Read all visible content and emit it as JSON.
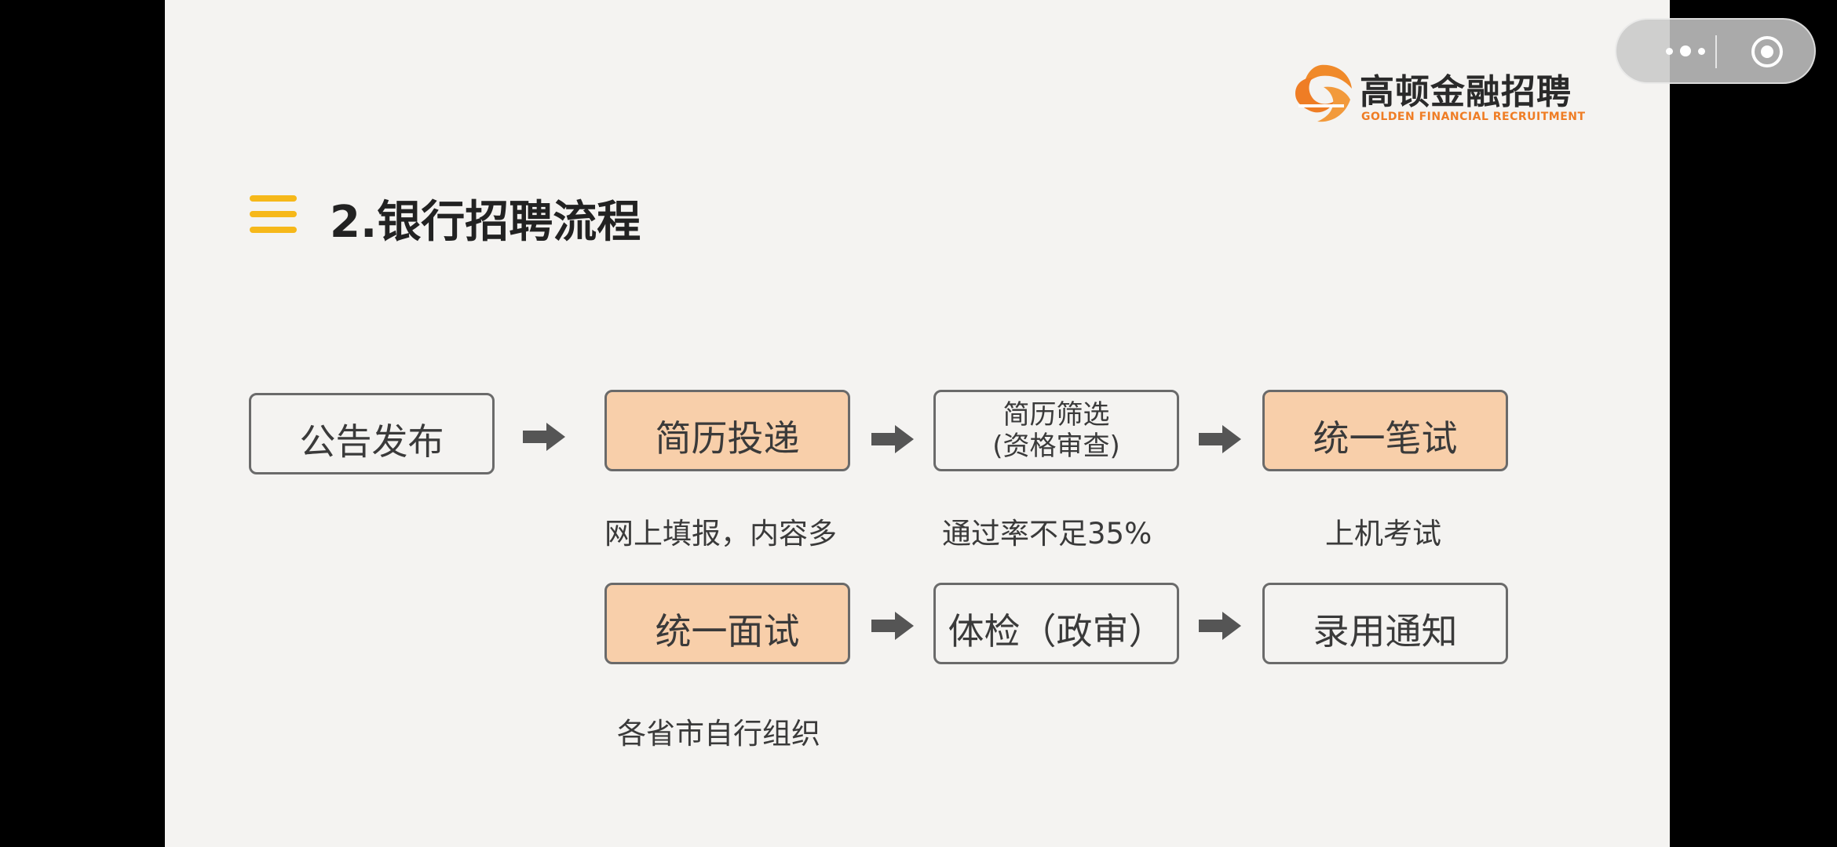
{
  "capsule": {
    "more_icon": "more-dots-icon",
    "close_icon": "target-close-icon"
  },
  "logo": {
    "cn": "高顿金融招聘",
    "en": "GOLDEN FINANCIAL RECRUITMENT",
    "mark_icon": "golden-logo-mark"
  },
  "heading": {
    "title": "2.银行招聘流程",
    "icon": "menu-icon"
  },
  "flow": {
    "row1": [
      {
        "label": "公告发布"
      },
      {
        "label": "简历投递",
        "note": "网上填报，内容多"
      },
      {
        "label_line1": "简历筛选",
        "label_line2": "(资格审查)",
        "note": "通过率不足35%"
      },
      {
        "label": "统一笔试",
        "note": "上机考试"
      }
    ],
    "row2": [
      {
        "label": "统一面试",
        "note": "各省市自行组织"
      },
      {
        "label": "体检（政审）"
      },
      {
        "label": "录用通知"
      }
    ]
  },
  "colors": {
    "accent_orange": "#f8cfaa",
    "menu_yellow": "#f6b81a",
    "logo_orange": "#ef7d25"
  }
}
